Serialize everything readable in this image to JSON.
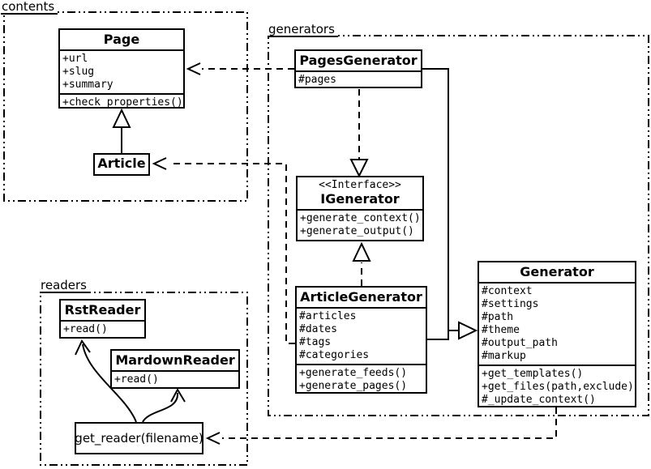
{
  "packages": {
    "contents": {
      "label": "contents"
    },
    "generators": {
      "label": "generators"
    },
    "readers": {
      "label": "readers"
    }
  },
  "classes": {
    "page": {
      "name": "Page",
      "attributes": [
        "+url",
        "+slug",
        "+summary"
      ],
      "methods": [
        "+check_properties()"
      ]
    },
    "article": {
      "name": "Article"
    },
    "pagesGenerator": {
      "name": "PagesGenerator",
      "attributes": [
        "#pages"
      ]
    },
    "iGenerator": {
      "stereotype": "<<Interface>>",
      "name": "IGenerator",
      "methods": [
        "+generate_context()",
        "+generate_output()"
      ]
    },
    "articleGenerator": {
      "name": "ArticleGenerator",
      "attributes": [
        "#articles",
        "#dates",
        "#tags",
        "#categories"
      ],
      "methods": [
        "+generate_feeds()",
        "+generate_pages()"
      ]
    },
    "generator": {
      "name": "Generator",
      "attributes": [
        "#context",
        "#settings",
        "#path",
        "#theme",
        "#output_path",
        "#markup"
      ],
      "methods": [
        "+get_templates()",
        "+get_files(path,exclude)",
        "#_update_context()"
      ]
    },
    "rstReader": {
      "name": "RstReader",
      "methods": [
        "+read()"
      ]
    },
    "mardownReader": {
      "name": "MardownReader",
      "methods": [
        "+read()"
      ]
    },
    "getReader": {
      "label": "get_reader(filename)"
    }
  },
  "colors": {
    "stroke": "#000000",
    "background": "#ffffff"
  }
}
